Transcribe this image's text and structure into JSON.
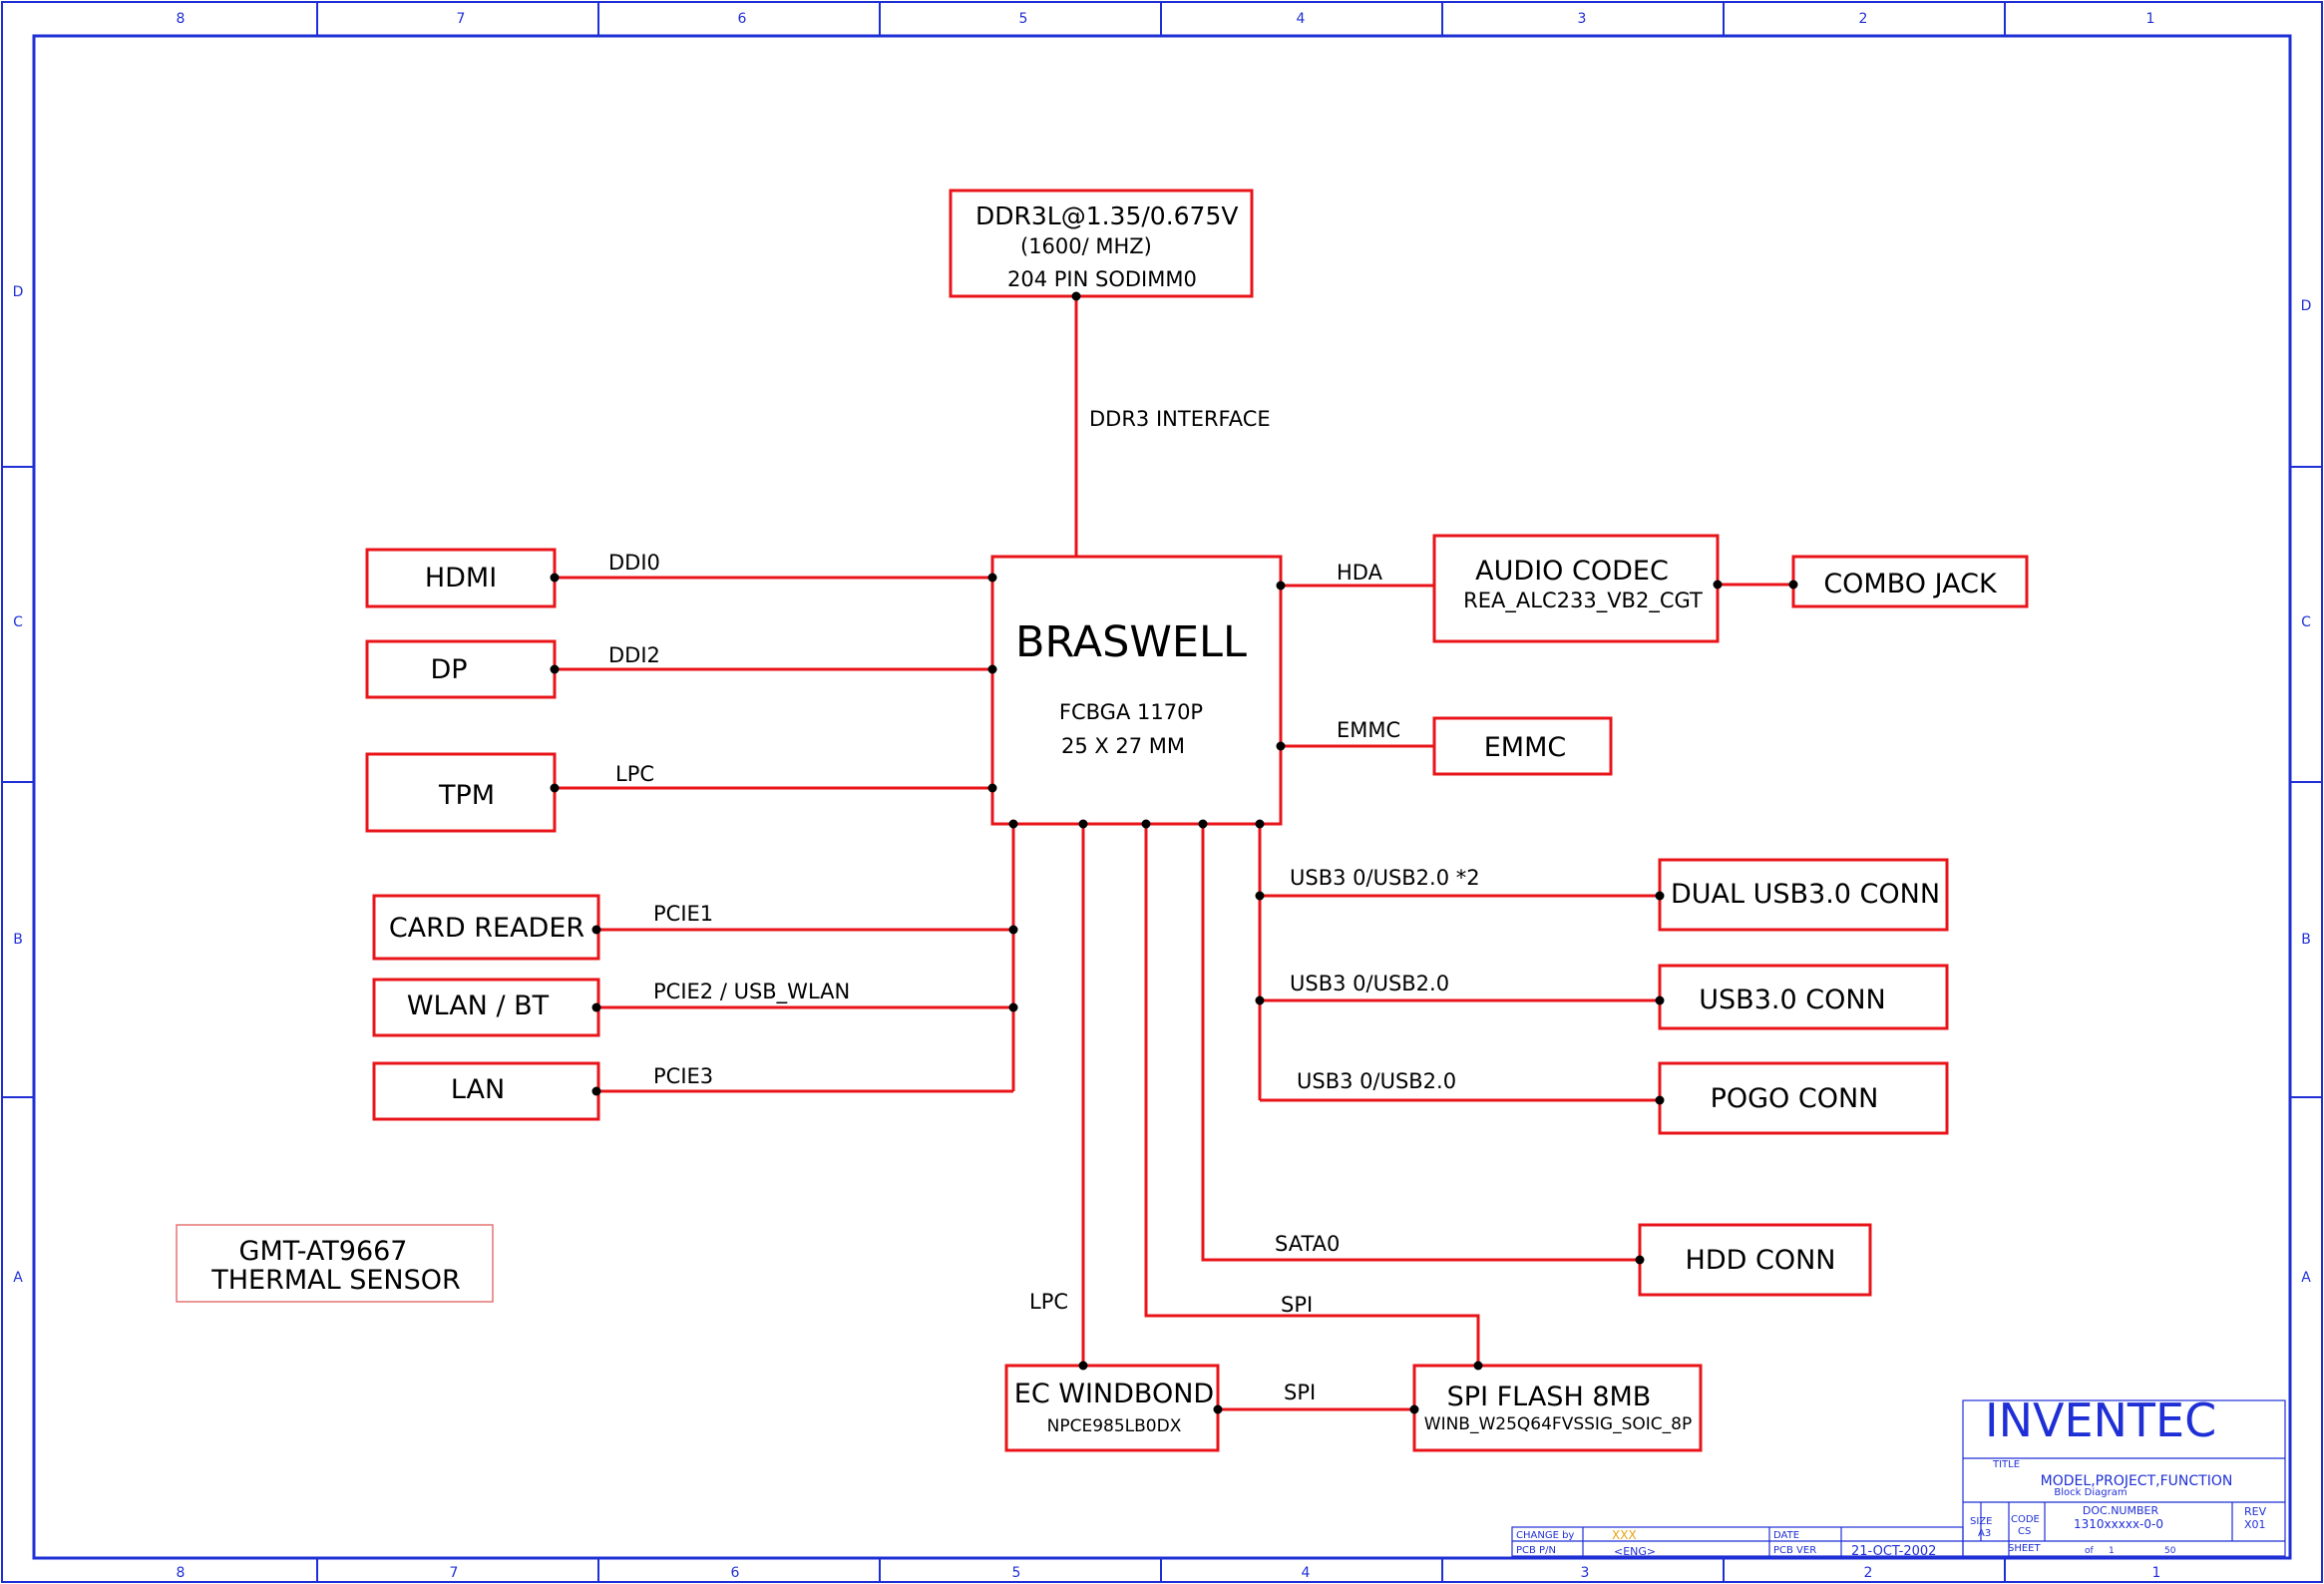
{
  "cpu": {
    "name": "BRASWELL",
    "package": "FCBGA 1170P",
    "size": "25 X 27 MM"
  },
  "memory": {
    "line1": "DDR3L@1.35/0.675V",
    "line2": "(1600/ MHZ)",
    "line3": "204 PIN SODIMM0",
    "bus": "DDR3 INTERFACE"
  },
  "left": {
    "hdmi": "HDMI",
    "ddi0": "DDI0",
    "dp": "DP",
    "ddi2": "DDI2",
    "tpm": "TPM",
    "lpc_tpm": "LPC",
    "card_reader": "CARD READER",
    "pcie1": "PCIE1",
    "wlan": "WLAN / BT",
    "pcie2": "PCIE2 / USB_WLAN",
    "lan": "LAN",
    "pcie3": "PCIE3"
  },
  "right": {
    "hda": "HDA",
    "audio_line1": "AUDIO CODEC",
    "audio_line2": "REA_ALC233_VB2_CGT",
    "combo_jack": "COMBO JACK",
    "emmc_bus": "EMMC",
    "emmc": "EMMC",
    "usb_bus1": "USB3 0/USB2.0 *2",
    "dual_usb": "DUAL USB3.0 CONN",
    "usb_bus2": "USB3 0/USB2.0",
    "usb3": "USB3.0 CONN",
    "usb_bus3": "USB3 0/USB2.0",
    "pogo": "POGO CONN"
  },
  "bottom": {
    "sata0": "SATA0",
    "hdd": "HDD CONN",
    "spi_top": "SPI",
    "lpc_ec": "LPC",
    "ec_line1": "EC WINDBOND",
    "ec_line2": "NPCE985LB0DX",
    "spi_mid": "SPI",
    "flash_line1": "SPI FLASH 8MB",
    "flash_line2": "WINB_W25Q64FVSSIG_SOIC_8P"
  },
  "sensor": {
    "line1": "GMT-AT9667",
    "line2": "THERMAL SENSOR"
  },
  "frame": {
    "col_top": [
      "8",
      "7",
      "6",
      "5",
      "4",
      "3",
      "2",
      "1"
    ],
    "col_bottom": [
      "8",
      "7",
      "6",
      "5",
      "4",
      "3",
      "2",
      "1"
    ],
    "rows_left": [
      "D",
      "C",
      "B",
      "A"
    ],
    "rows_right": [
      "D",
      "C",
      "B",
      "A"
    ]
  },
  "title_block": {
    "company": "INVENTEC",
    "title_label": "TITLE",
    "title_value": "MODEL,PROJECT,FUNCTION",
    "subtitle": "Block Diagram",
    "size_label": "SIZE",
    "size_value": "A3",
    "code_label": "CODE",
    "code_value": "CS",
    "doc_label": "DOC.NUMBER",
    "doc_value": "1310xxxxx-0-0",
    "rev_label": "REV",
    "rev_value": "X01",
    "sheet_label": "SHEET",
    "of_label": "of",
    "sheet_num": "1",
    "sheet_total": "50",
    "change_label": "CHANGE by",
    "change_value": "XXX",
    "date_label": "DATE",
    "date_value": "21-OCT-2002",
    "pcbpn_label": "PCB P/N",
    "pcbpn_value": "<ENG>",
    "pcbver_label": "PCB VER"
  }
}
